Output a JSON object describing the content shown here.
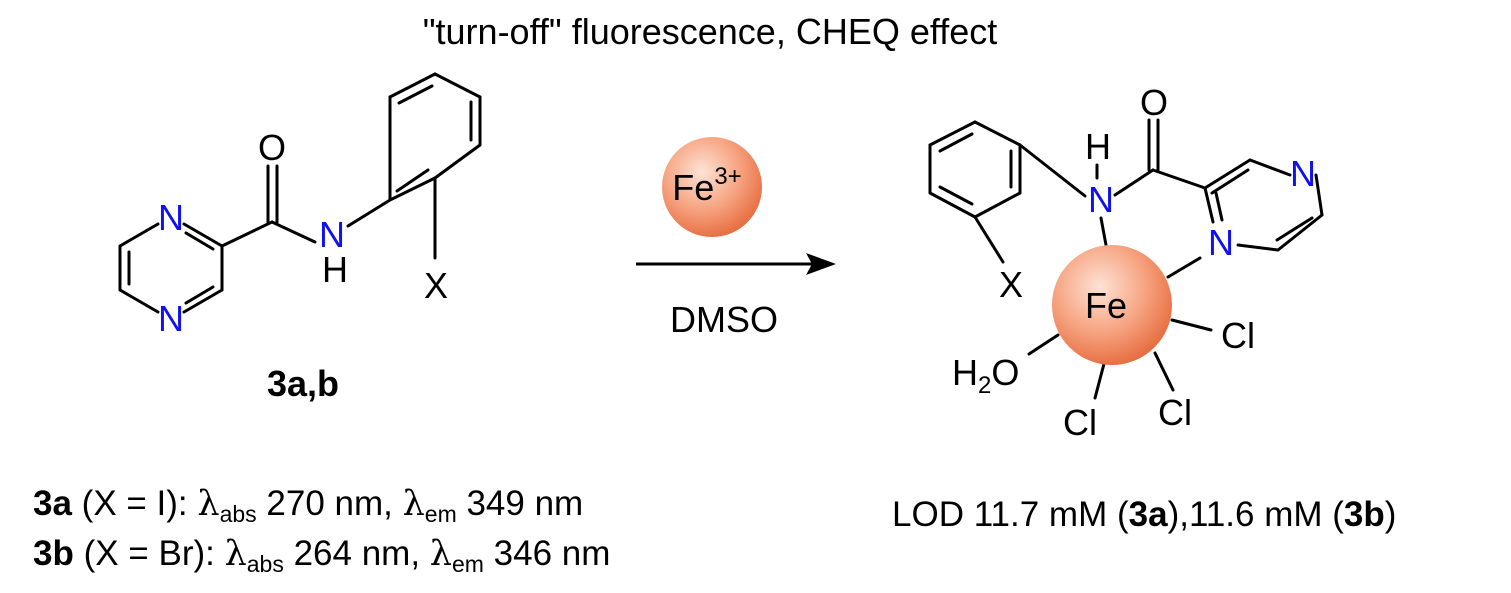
{
  "title": "\"turn-off\" fluorescence, CHEQ effect",
  "reagent": {
    "ion_symbol": "Fe",
    "ion_charge": "3+",
    "solvent": "DMSO"
  },
  "ligand": {
    "compound_label": "3a,b",
    "atoms": {
      "N_ring1": "N",
      "N_ring2": "N",
      "N_amide": "N",
      "H_amide": "H",
      "O_carbonyl": "O",
      "X_sub": "X"
    }
  },
  "complex": {
    "metal": "Fe",
    "atoms": {
      "N_ring_far": "N",
      "N_coord": "N",
      "N_amide": "N",
      "H_amide": "H",
      "O_carbonyl": "O",
      "X_sub": "X",
      "Cl_right": "Cl",
      "Cl_bottom_left": "Cl",
      "Cl_bottom_right": "Cl",
      "water_H": "H",
      "water_sub": "2",
      "water_O": "O"
    }
  },
  "properties": [
    {
      "compound": "3a",
      "substituent": " (X = I): ",
      "lambda_symbol": "λ",
      "abs_sub": "abs",
      "abs_value": " 270 nm,  ",
      "em_sub": "em",
      "em_value": " 349 nm"
    },
    {
      "compound": "3b",
      "substituent": "  (X = Br): ",
      "lambda_symbol": "λ",
      "abs_sub": "abs",
      "abs_value": " 264 nm, ",
      "em_sub": "em",
      "em_value": " 346 nm"
    }
  ],
  "lod": {
    "prefix": "LOD 11.7 mM (",
    "c1": "3a",
    "mid": "),11.6 mM (",
    "c2": "3b",
    "suffix": ")"
  },
  "colors": {
    "nitrogen": "#1111ee",
    "sphere_light": "#fde3d6",
    "sphere_mid": "#f6a27f",
    "sphere_dark": "#e5683a"
  }
}
